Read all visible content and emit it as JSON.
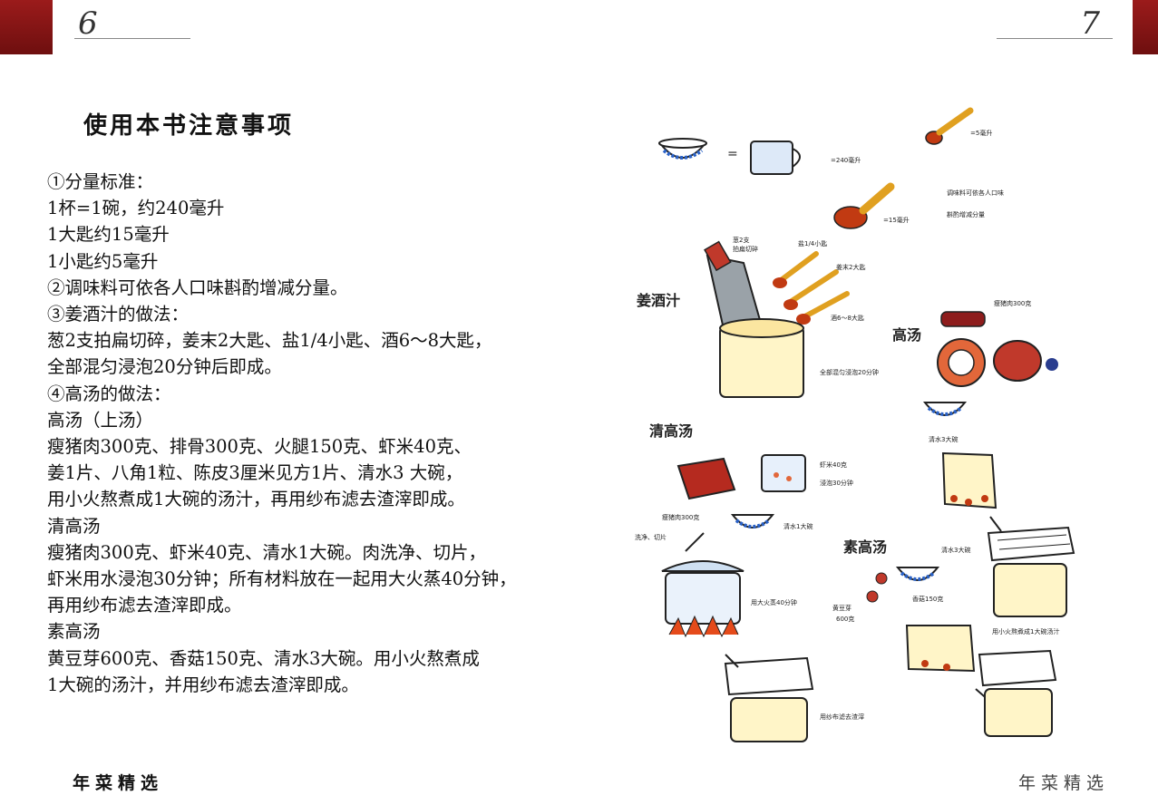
{
  "header": {
    "left_page_number": "6",
    "right_page_number": "7"
  },
  "title": "使用本书注意事项",
  "body_lines": [
    "①分量标准：",
    "1杯=1碗，约240毫升",
    "1大匙约15毫升",
    "1小匙约5毫升",
    "②调味料可依各人口味斟酌增减分量。",
    "③姜酒汁的做法：",
    "葱2支拍扁切碎，姜末2大匙、盐1/4小匙、酒6～8大匙，",
    "全部混匀浸泡20分钟后即成。",
    "④高汤的做法：",
    "高汤（上汤）",
    "瘦猪肉300克、排骨300克、火腿150克、虾米40克、",
    "姜1片、八角1粒、陈皮3厘米见方1片、清水3  大碗，",
    "用小火熬煮成1大碗的汤汁，再用纱布滤去渣滓即成。",
    "清高汤",
    "瘦猪肉300克、虾米40克、清水1大碗。肉洗净、切片，",
    "虾米用水浸泡30分钟；所有材料放在一起用大火蒸40分钟，",
    "再用纱布滤去渣滓即成。",
    "素高汤",
    "黄豆芽600克、香菇150克、清水3大碗。用小火熬煮成",
    "1大碗的汤汁，并用纱布滤去渣滓即成。"
  ],
  "illustration": {
    "measures": {
      "cup": "=240毫升",
      "tablespoon": "=15毫升",
      "teaspoon": "=5毫升",
      "note_line1": "调味料可依各人口味",
      "note_line2": "斟酌增减分量"
    },
    "sections": {
      "ginger_wine": "姜酒汁",
      "stock": "高汤",
      "clear_stock": "清高汤",
      "veg_stock": "素高汤"
    },
    "ginger_labels": {
      "scallion": "葱2支",
      "chop": "拍扁切碎",
      "salt": "盐1/4小匙",
      "ginger": "姜末2大匙",
      "wine": "酒6～8大匙",
      "soak": "全部混匀浸泡20分钟"
    },
    "stock_labels": {
      "pork": "瘦猪肉300克",
      "water": "清水3大碗",
      "simmer": "用小火熬煮成1大碗汤汁"
    },
    "clear_labels": {
      "shrimp": "虾米40克",
      "soak": "浸泡30分钟",
      "pork": "瘦猪肉300克",
      "slice": "洗净、切片",
      "water": "清水1大碗",
      "steam": "用大火蒸40分钟",
      "filter": "用纱布滤去渣滓"
    },
    "veg_labels": {
      "water": "清水3大碗",
      "mushroom": "香菇150克",
      "sprout": "黄豆芽",
      "sprout_weight": "600克",
      "simmer": "用小火熬煮成1大碗汤汁"
    }
  },
  "footer": {
    "left": "年菜精选",
    "right": "年菜精选"
  }
}
